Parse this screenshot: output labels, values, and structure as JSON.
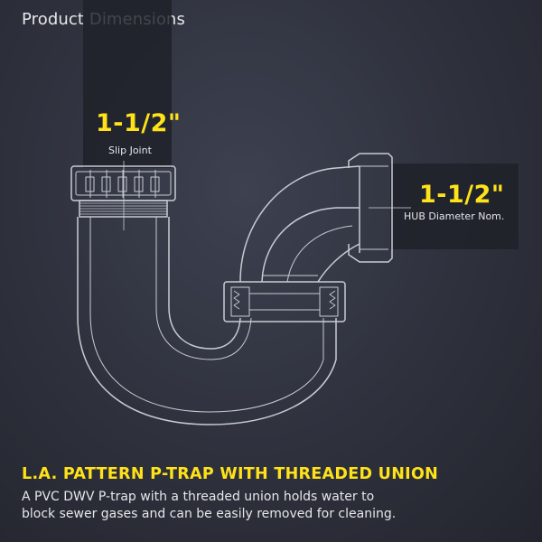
{
  "header": {
    "title": "Product Dimensions"
  },
  "dimensions": {
    "slip_joint": {
      "value": "1-1/2\"",
      "label": "Slip Joint"
    },
    "hub": {
      "value": "1-1/2\"",
      "label": "HUB Diameter Nom."
    }
  },
  "product": {
    "title": "L.A. PATTERN P-TRAP WITH THREADED UNION",
    "description_line1": "A PVC DWV P-trap with a threaded union holds water to",
    "description_line2": "block sewer gases and can be easily removed for cleaning."
  },
  "colors": {
    "accent": "#ffe21a",
    "background": "#2e313c",
    "outline": "#c9ccd3",
    "text": "#e6e7ea"
  }
}
